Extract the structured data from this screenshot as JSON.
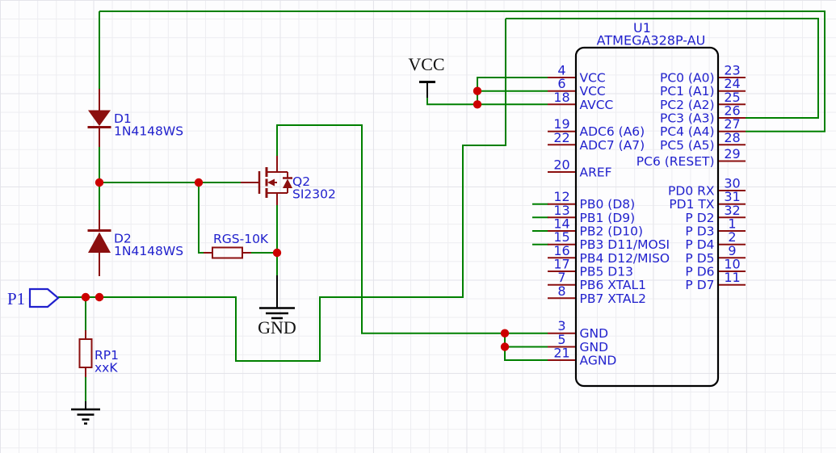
{
  "schematic": {
    "ic": {
      "ref": "U1",
      "part": "ATMEGA328P-AU",
      "left_pins": [
        {
          "number": "4",
          "name": "VCC"
        },
        {
          "number": "6",
          "name": "VCC"
        },
        {
          "number": "18",
          "name": "AVCC"
        },
        {
          "number": "19",
          "name": "ADC6 (A6)"
        },
        {
          "number": "22",
          "name": "ADC7 (A7)"
        },
        {
          "number": "20",
          "name": "AREF"
        },
        {
          "number": "12",
          "name": "PB0 (D8)"
        },
        {
          "number": "13",
          "name": "PB1 (D9)"
        },
        {
          "number": "14",
          "name": "PB2 (D10)"
        },
        {
          "number": "15",
          "name": "PB3 D11/MOSI"
        },
        {
          "number": "16",
          "name": "PB4 D12/MISO"
        },
        {
          "number": "17",
          "name": "PB5 D13"
        },
        {
          "number": "7",
          "name": "PB6 XTAL1"
        },
        {
          "number": "8",
          "name": "PB7 XTAL2"
        },
        {
          "number": "3",
          "name": "GND"
        },
        {
          "number": "5",
          "name": "GND"
        },
        {
          "number": "21",
          "name": "AGND"
        }
      ],
      "right_pins": [
        {
          "number": "23",
          "name": "PC0 (A0)"
        },
        {
          "number": "24",
          "name": "PC1 (A1)"
        },
        {
          "number": "25",
          "name": "PC2 (A2)"
        },
        {
          "number": "26",
          "name": "PC3 (A3)"
        },
        {
          "number": "27",
          "name": "PC4 (A4)"
        },
        {
          "number": "28",
          "name": "PC5 (A5)"
        },
        {
          "number": "29",
          "name": "PC6 (RESET)"
        },
        {
          "number": "30",
          "name": "PD0 RX"
        },
        {
          "number": "31",
          "name": "PD1 TX"
        },
        {
          "number": "32",
          "name": "P D2"
        },
        {
          "number": "1",
          "name": "P D3"
        },
        {
          "number": "2",
          "name": "P D4"
        },
        {
          "number": "9",
          "name": "P D5"
        },
        {
          "number": "10",
          "name": "P D6"
        },
        {
          "number": "11",
          "name": "P D7"
        }
      ]
    },
    "components": {
      "d1": {
        "ref": "D1",
        "value": "1N4148WS"
      },
      "d2": {
        "ref": "D2",
        "value": "1N4148WS"
      },
      "q2": {
        "ref": "Q2",
        "value": "SI2302"
      },
      "rgs": {
        "label": "RGS-10K"
      },
      "rp1": {
        "ref": "RP1",
        "value": "xxK"
      }
    },
    "power": {
      "vcc": "VCC",
      "gnd": "GND"
    },
    "port": {
      "label": "P1"
    }
  },
  "colors": {
    "wire": "#008000",
    "component": "#8b0f0f",
    "text_blue": "#2121cd",
    "junction": "#cc0000",
    "symbol_black": "#000000",
    "background": "#fdfdfe"
  }
}
